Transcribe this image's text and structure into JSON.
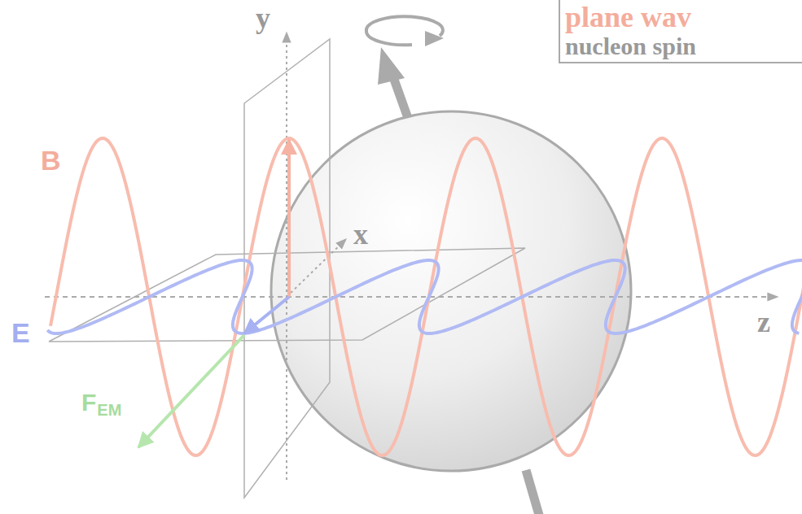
{
  "diagram": {
    "nodes": [
      {
        "text": [
          "plane wav",
          "nucleon spin"
        ]
      }
    ],
    "labels": [
      "B",
      "E",
      "y",
      "x",
      "z",
      "F",
      "EM"
    ]
  }
}
